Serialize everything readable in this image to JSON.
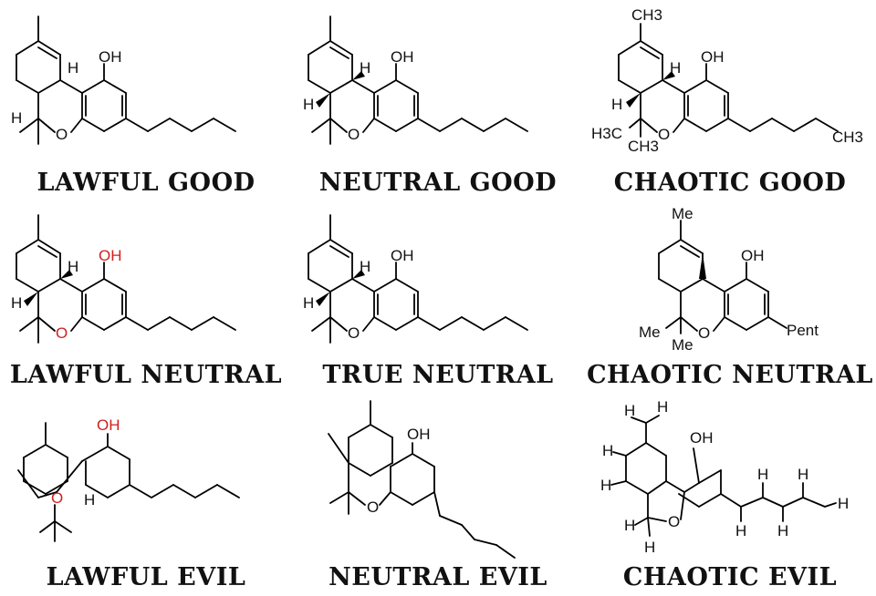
{
  "cells": [
    {
      "caption": "LAWFUL GOOD",
      "labels": {
        "oh": "OH",
        "h1": "H",
        "h2": "H",
        "o": "O"
      }
    },
    {
      "caption": "NEUTRAL GOOD",
      "labels": {
        "oh": "OH",
        "h1": "H",
        "h2": "H",
        "o": "O"
      }
    },
    {
      "caption": "CHAOTIC GOOD",
      "labels": {
        "oh": "OH",
        "h1": "H",
        "h2": "H",
        "o": "O",
        "ch3_top": "CH3",
        "h3c": "H3C",
        "ch3_bottom": "CH3",
        "ch3_tail": "CH3"
      }
    },
    {
      "caption": "LAWFUL NEUTRAL",
      "labels": {
        "oh": "OH",
        "h1": "H",
        "h2": "H",
        "o": "O"
      }
    },
    {
      "caption": "TRUE NEUTRAL",
      "labels": {
        "oh": "OH",
        "h1": "H",
        "h2": "H",
        "o": "O"
      }
    },
    {
      "caption": "CHAOTIC NEUTRAL",
      "labels": {
        "oh": "OH",
        "me_top": "Me",
        "me_left": "Me",
        "me_bottom": "Me",
        "o": "O",
        "pent": "Pent"
      }
    },
    {
      "caption": "LAWFUL EVIL",
      "labels": {
        "oh": "OH",
        "o": "O",
        "h": "H"
      }
    },
    {
      "caption": "NEUTRAL EVIL",
      "labels": {
        "oh": "OH",
        "o": "O"
      }
    },
    {
      "caption": "CHAOTIC EVIL",
      "labels": {
        "oh": "OH",
        "o": "O",
        "h": "H"
      }
    }
  ],
  "colors": {
    "text": "#111111",
    "oxygen_highlight": "#d0201f",
    "background": "#ffffff"
  }
}
